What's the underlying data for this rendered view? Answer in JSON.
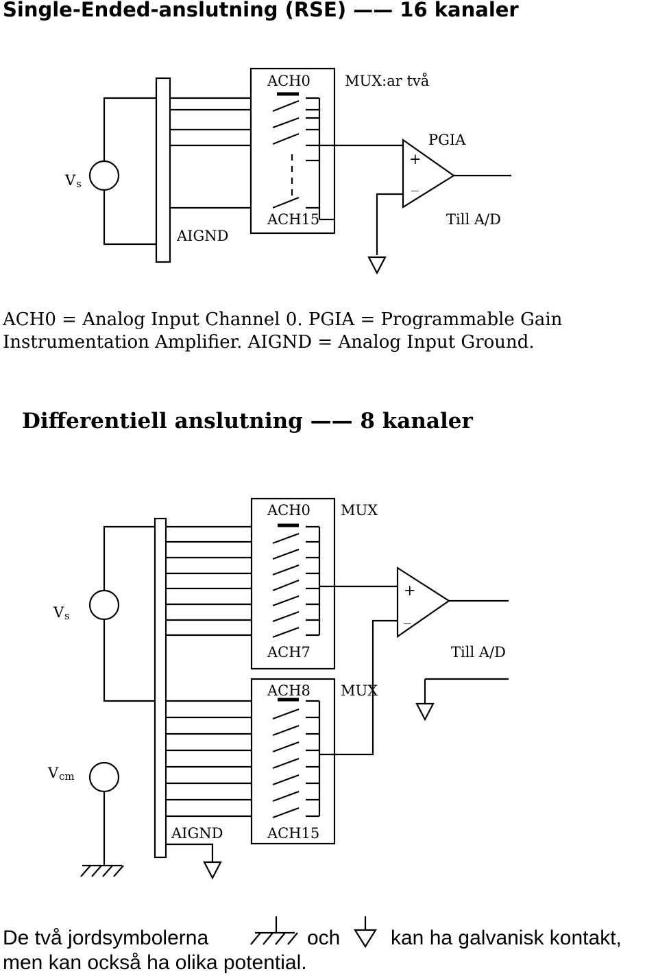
{
  "section1": {
    "title": "Single-Ended-anslutning (RSE) —— 16 kanaler",
    "label_ach0": "ACH0",
    "label_mux": "MUX:ar  två",
    "label_pgia": "PGIA",
    "label_vs_main": "V",
    "label_vs_sub": "s",
    "label_aignd": "AIGND",
    "label_ach15": "ACH15",
    "label_till_ad": "Till A/D",
    "label_plus": "+",
    "label_minus": "_",
    "note_line1": "ACH0 =  Analog Input Channel 0. PGIA = Programmable Gain",
    "note_line2": "Instrumentation Amplifier. AIGND = Analog Input Ground."
  },
  "section2": {
    "title": "Differentiell anslutning —— 8 kanaler",
    "label_ach0": "ACH0",
    "label_mux_top": "MUX",
    "label_vs_main": "V",
    "label_vs_sub": "s",
    "label_ach7": "ACH7",
    "label_till_ad": "Till A/D",
    "label_ach8": "ACH8",
    "label_mux_bottom": "MUX",
    "label_vcm_main": "V",
    "label_vcm_sub": "cm",
    "label_aignd": "AIGND",
    "label_ach15": "ACH15",
    "label_plus": "+",
    "label_minus": "_"
  },
  "footer": {
    "line1_a": "De två jordsymbolerna",
    "line1_b": "och",
    "line1_c": "kan ha galvanisk kontakt,",
    "line2": "men kan också ha olika potential."
  }
}
